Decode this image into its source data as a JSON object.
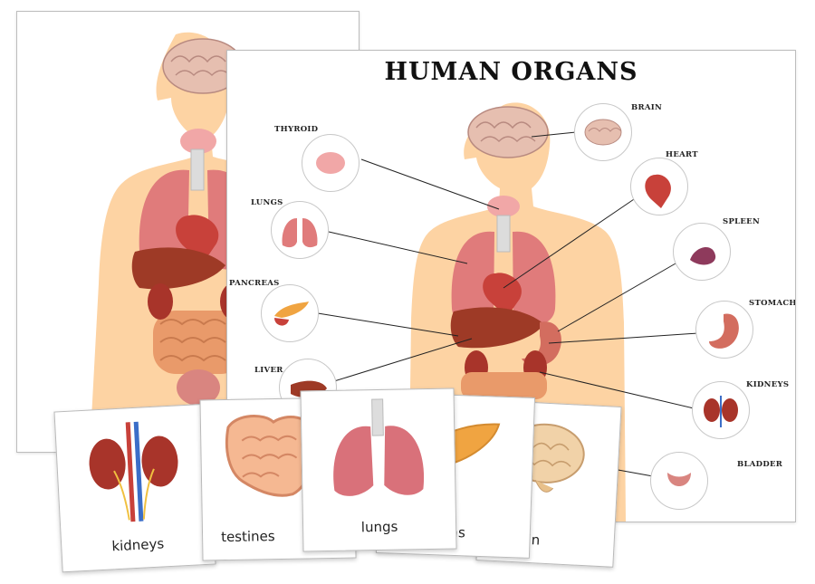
{
  "poster": {
    "title": "HUMAN ORGANS",
    "labels": {
      "thyroid": "THYROID",
      "lungs": "LUNGS",
      "pancreas": "PANCREAS",
      "liver": "LIVER",
      "brain": "BRAIN",
      "heart": "HEART",
      "spleen": "SPLEEN",
      "stomach": "STOMACH",
      "kidneys": "KIDNEYS",
      "bladder": "BLADDER"
    }
  },
  "cards": [
    {
      "label": "kidneys"
    },
    {
      "label": "testines"
    },
    {
      "label": "lungs"
    },
    {
      "label": "ancreas"
    },
    {
      "label": "brain"
    }
  ],
  "colors": {
    "skin": "#fdd3a3",
    "organ_red": "#c8413a",
    "lung_pink": "#e07b7b",
    "brain": "#e8c4b8",
    "liver": "#9e3a26",
    "intestine": "#e99a6a",
    "pancreas": "#f0a441"
  }
}
